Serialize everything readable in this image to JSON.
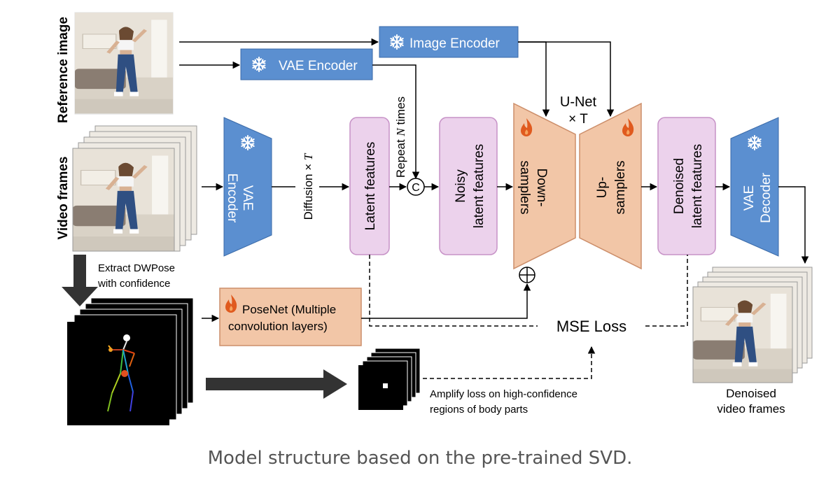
{
  "inputs": {
    "reference_label": "Reference image",
    "video_label": "Video frames"
  },
  "blocks": {
    "image_encoder": "Image Encoder",
    "vae_encoder_top": "VAE Encoder",
    "vae_encoder_side_1": "VAE",
    "vae_encoder_side_2": "Encoder",
    "latent_features": "Latent features",
    "noisy_1": "Noisy",
    "noisy_2": "latent features",
    "down_1": "Down-",
    "down_2": "samplers",
    "up_1": "Up-",
    "up_2": "samplers",
    "denoised_1": "Denoised",
    "denoised_2": "latent features",
    "vae_decoder_1": "VAE",
    "vae_decoder_2": "Decoder",
    "posenet_1": "PoseNet (Multiple",
    "posenet_2": "convolution layers)"
  },
  "labels": {
    "unet": "U-Net",
    "times_t": "× T",
    "diffusion_prefix": "Diffusion × ",
    "diffusion_T": "T",
    "repeat_prefix": "Repeat ",
    "repeat_N": "N",
    "repeat_suffix": " times",
    "concat_symbol": "C",
    "extract_1": "Extract DWPose",
    "extract_2": "with confidence",
    "mse_loss": "MSE Loss",
    "amplify_1": "Amplify loss on high-confidence",
    "amplify_2": "regions of body parts",
    "denoised_frames_1": "Denoised",
    "denoised_frames_2": "video frames"
  },
  "caption": "Model structure based on the pre-trained SVD.",
  "colors": {
    "blue_block": "#5b8fd0",
    "pink_block": "#ecd2ec",
    "pink_border": "#c792c7",
    "orange_block": "#f2c6a7",
    "orange_border": "#cc8e6a",
    "flame": "#e05a1e",
    "snowflake": "#ffffff"
  },
  "icons": [
    "snowflake-icon",
    "flame-icon"
  ]
}
